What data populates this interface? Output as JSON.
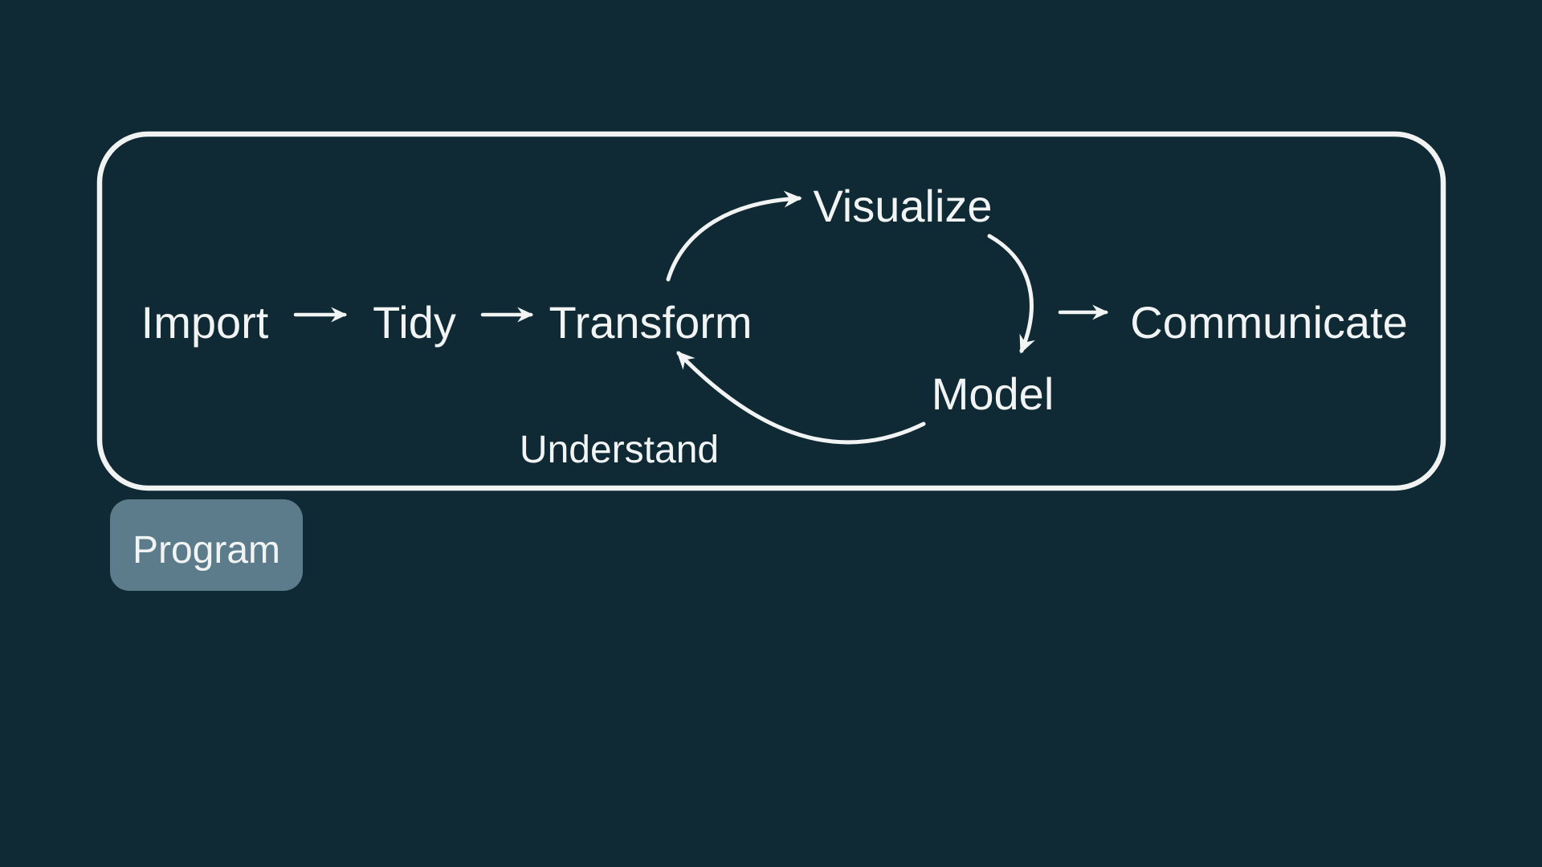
{
  "slide": {
    "background_color": "#0f2a34",
    "foreground_color": "#f2f4f4",
    "program_box_color": "#5d7c8b"
  },
  "diagram": {
    "nodes": [
      {
        "id": "import",
        "label": "Import"
      },
      {
        "id": "tidy",
        "label": "Tidy"
      },
      {
        "id": "transform",
        "label": "Transform"
      },
      {
        "id": "visualize",
        "label": "Visualize"
      },
      {
        "id": "model",
        "label": "Model"
      },
      {
        "id": "communicate",
        "label": "Communicate"
      }
    ],
    "edges": [
      {
        "from": "import",
        "to": "tidy",
        "style": "straight"
      },
      {
        "from": "tidy",
        "to": "transform",
        "style": "straight"
      },
      {
        "from": "transform",
        "to": "visualize",
        "style": "curved"
      },
      {
        "from": "visualize",
        "to": "model",
        "style": "curved"
      },
      {
        "from": "model",
        "to": "transform",
        "style": "curved"
      },
      {
        "from": "cycle",
        "to": "communicate",
        "style": "straight"
      }
    ],
    "groups": [
      {
        "id": "understand",
        "label": "Understand"
      },
      {
        "id": "program",
        "label": "Program"
      }
    ]
  }
}
